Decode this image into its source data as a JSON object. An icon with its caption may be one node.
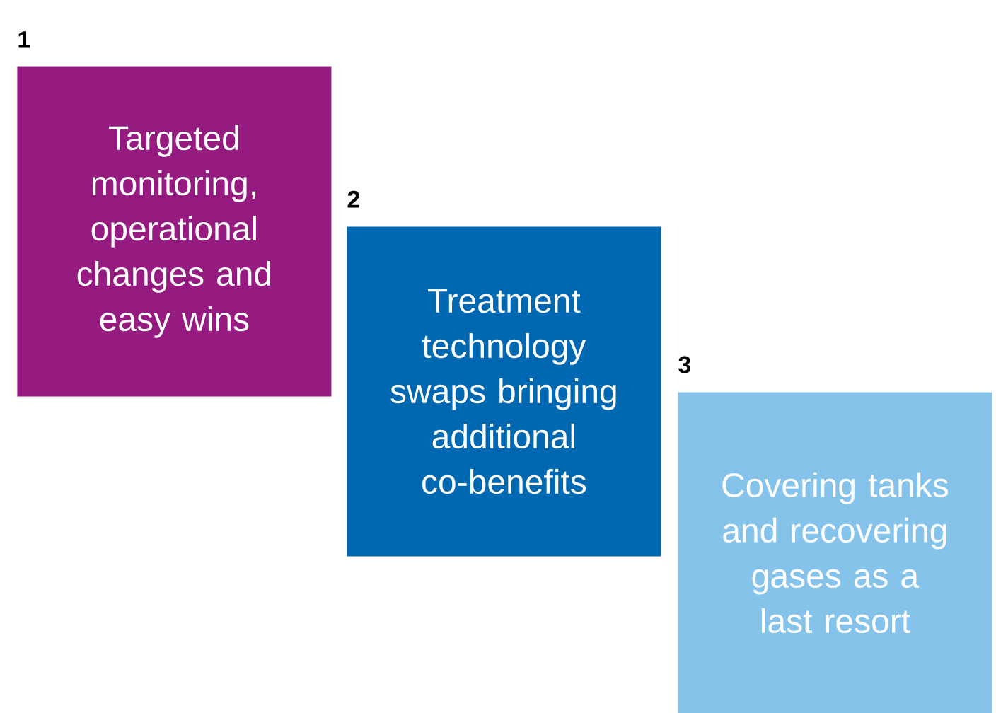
{
  "diagram": {
    "nodes": [
      {
        "text": [
          "1",
          "Targeted monitoring, operational changes and easy wins"
        ]
      },
      {
        "text": [
          "2",
          "Treatment technology swaps bringing additional co-benefits"
        ]
      },
      {
        "text": [
          "3",
          "Covering tanks and recovering gases as a last resort"
        ]
      }
    ]
  }
}
